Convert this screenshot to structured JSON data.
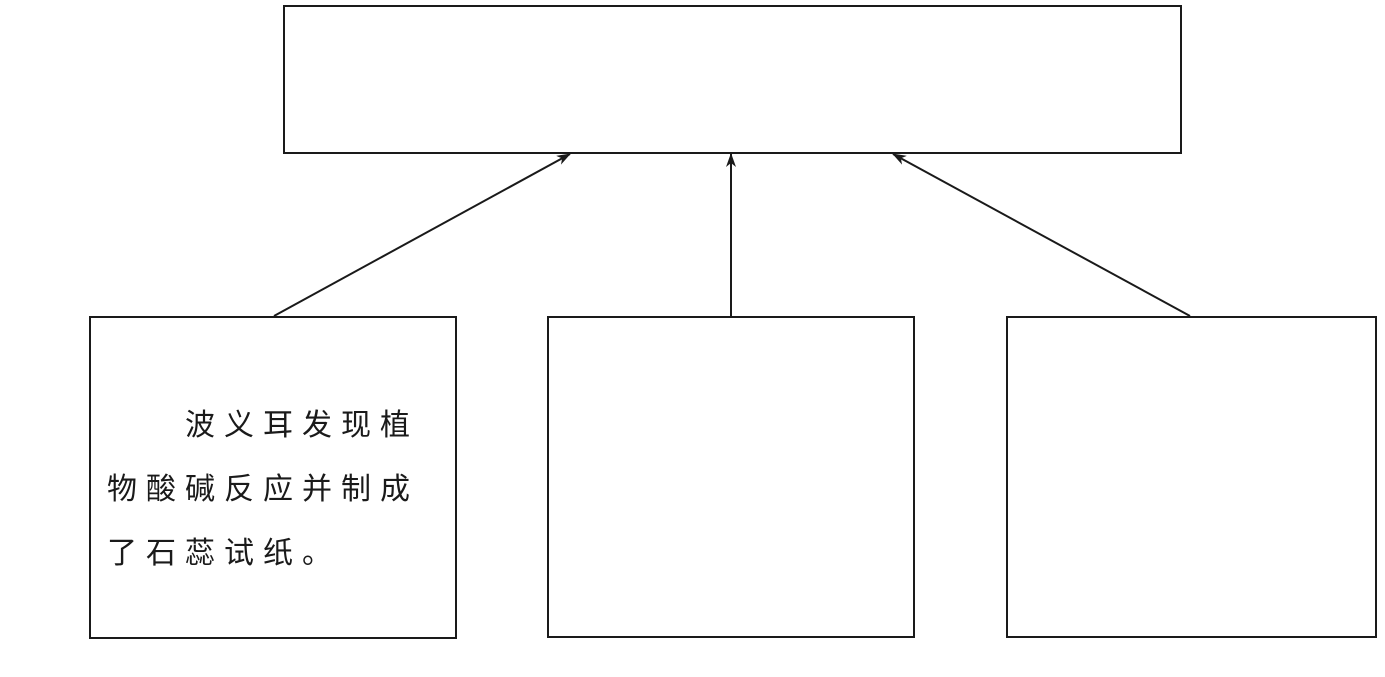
{
  "diagram": {
    "top_box": {
      "text": ""
    },
    "bottom_boxes": [
      {
        "text": "波义耳发现植物酸碱反应并制成了石蕊试纸。"
      },
      {
        "text": ""
      },
      {
        "text": ""
      }
    ],
    "edges": [
      {
        "from": "bottom_boxes.0",
        "to": "top_box"
      },
      {
        "from": "bottom_boxes.1",
        "to": "top_box"
      },
      {
        "from": "bottom_boxes.2",
        "to": "top_box"
      }
    ]
  }
}
